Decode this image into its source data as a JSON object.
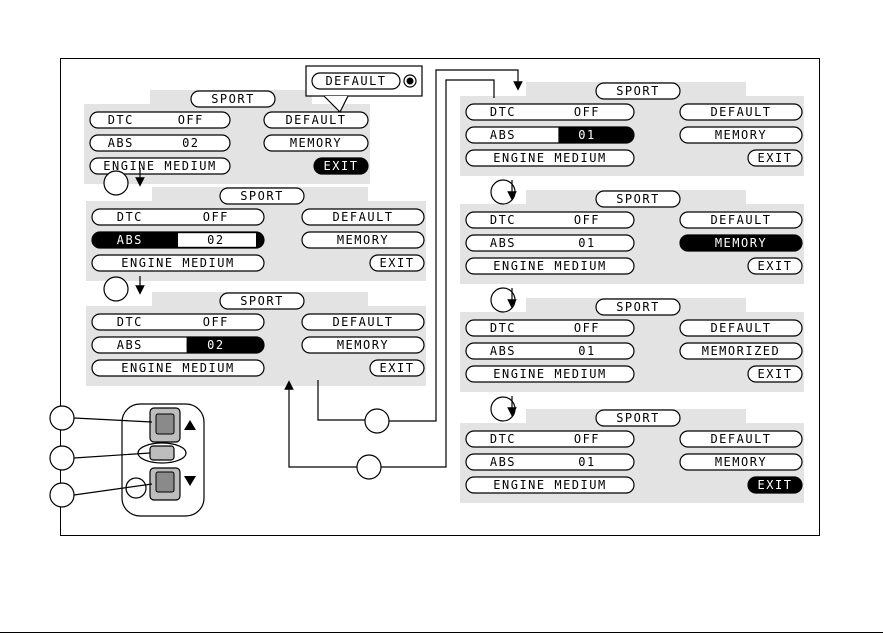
{
  "screens": [
    {
      "id": "s1",
      "mode": "SPORT",
      "dtc_label": "DTC",
      "dtc_value": "OFF",
      "abs_label": "ABS",
      "abs_value": "02",
      "engine": "ENGINE MEDIUM",
      "default_label": "DEFAULT",
      "memory_label": "MEMORY",
      "exit_label": "EXIT",
      "highlight": "exit"
    },
    {
      "id": "s2",
      "mode": "SPORT",
      "dtc_label": "DTC",
      "dtc_value": "OFF",
      "abs_label": "ABS",
      "abs_value": "02",
      "engine": "ENGINE MEDIUM",
      "default_label": "DEFAULT",
      "memory_label": "MEMORY",
      "exit_label": "EXIT",
      "highlight": "abs_label"
    },
    {
      "id": "s3",
      "mode": "SPORT",
      "dtc_label": "DTC",
      "dtc_value": "OFF",
      "abs_label": "ABS",
      "abs_value": "02",
      "engine": "ENGINE MEDIUM",
      "default_label": "DEFAULT",
      "memory_label": "MEMORY",
      "exit_label": "EXIT",
      "highlight": "abs_value"
    },
    {
      "id": "s4",
      "mode": "SPORT",
      "dtc_label": "DTC",
      "dtc_value": "OFF",
      "abs_label": "ABS",
      "abs_value": "01",
      "engine": "ENGINE MEDIUM",
      "default_label": "DEFAULT",
      "memory_label": "MEMORY",
      "exit_label": "EXIT",
      "highlight": "abs_value"
    },
    {
      "id": "s5",
      "mode": "SPORT",
      "dtc_label": "DTC",
      "dtc_value": "OFF",
      "abs_label": "ABS",
      "abs_value": "01",
      "engine": "ENGINE MEDIUM",
      "default_label": "DEFAULT",
      "memory_label": "MEMORY",
      "exit_label": "EXIT",
      "highlight": "memory"
    },
    {
      "id": "s6",
      "mode": "SPORT",
      "dtc_label": "DTC",
      "dtc_value": "OFF",
      "abs_label": "ABS",
      "abs_value": "01",
      "engine": "ENGINE MEDIUM",
      "default_label": "DEFAULT",
      "memory_label": "MEMORIZED",
      "exit_label": "EXIT",
      "highlight": "none"
    },
    {
      "id": "s7",
      "mode": "SPORT",
      "dtc_label": "DTC",
      "dtc_value": "OFF",
      "abs_label": "ABS",
      "abs_value": "01",
      "engine": "ENGINE MEDIUM",
      "default_label": "DEFAULT",
      "memory_label": "MEMORY",
      "exit_label": "EXIT",
      "highlight": "exit"
    }
  ],
  "callout": {
    "label": "DEFAULT"
  },
  "colors": {
    "lcd_bg": "#e3e3e3",
    "ink": "#000000",
    "paper": "#ffffff"
  }
}
